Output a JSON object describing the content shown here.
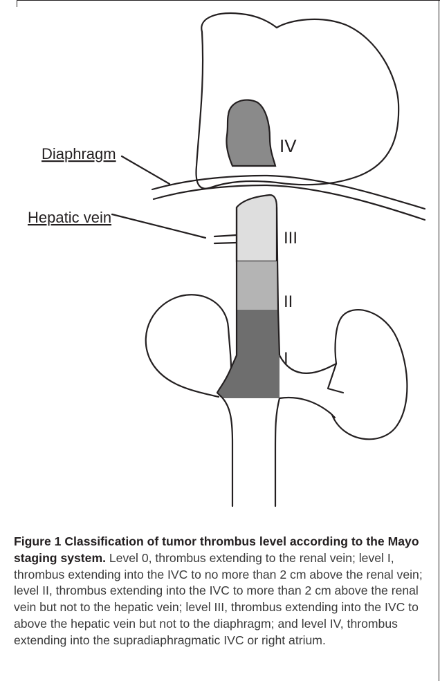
{
  "figure": {
    "labels": {
      "diaphragm": "Diaphragm",
      "hepatic_vein": "Hepatic vein",
      "level_iv": "IV",
      "level_iii": "III",
      "level_ii": "II",
      "level_i": "I"
    },
    "colors": {
      "level_iv": "#8a8a8a",
      "level_iii": "#dedede",
      "level_ii": "#b4b4b4",
      "level_i": "#6e6e6e",
      "outline": "#231f20"
    }
  },
  "caption": {
    "title": "Figure 1 Classification of tumor thrombus level according to the Mayo staging system.",
    "body": " Level 0, thrombus extending to the renal vein; level I, thrombus extending into the IVC to no more than 2 cm above the renal vein; level II, thrombus extending into the IVC to more than 2 cm above the renal vein but not to the hepatic vein; level III, thrombus extending into the IVC to above the hepatic vein but not to the diaphragm; and level IV, thrombus extending into the supradiaphragmatic IVC or right atrium."
  }
}
